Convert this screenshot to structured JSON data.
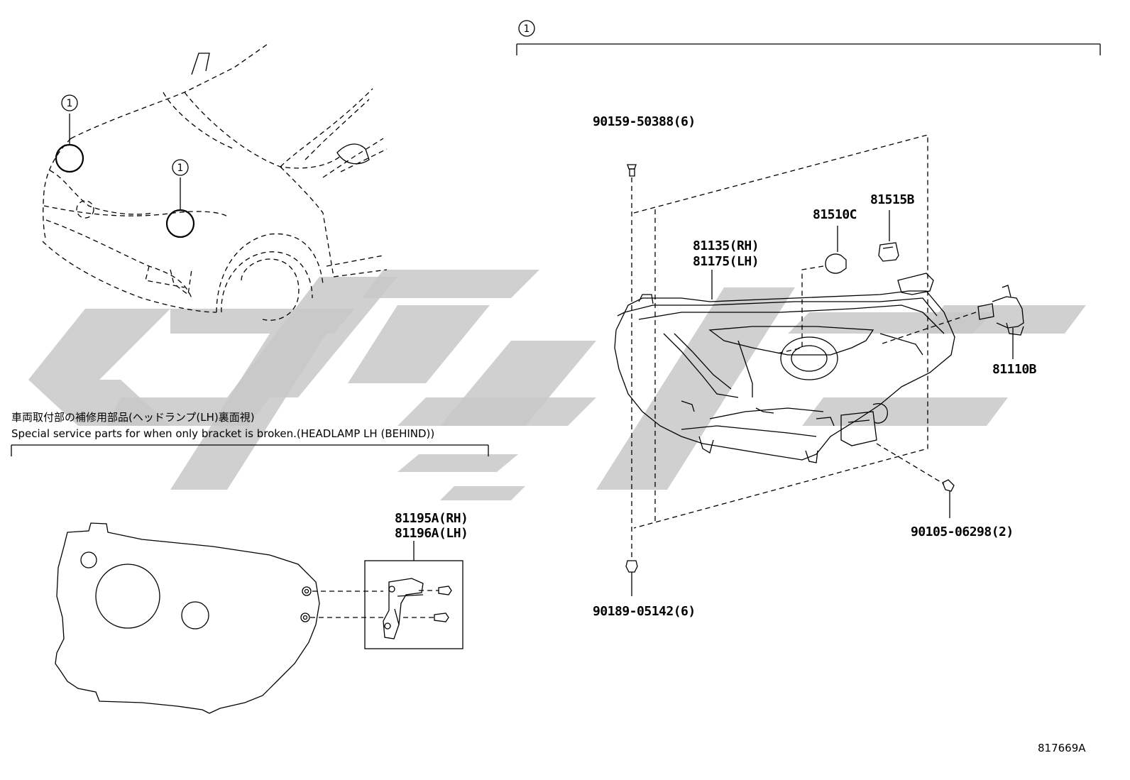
{
  "callout_number": "1",
  "parts": {
    "bolt_top": "90159-50388(6)",
    "headlamp_rh": "81135(RH)",
    "headlamp_lh": "81175(LH)",
    "bulb_81510c": "81510C",
    "socket_81515b": "81515B",
    "bulb_81110b": "81110B",
    "screw_right": "90105-06298(2)",
    "nut_bottom": "90189-05142(6)",
    "bracket_rh": "81195A(RH)",
    "bracket_lh": "81196A(LH)"
  },
  "service_note": {
    "japanese": "車両取付部の補修用部品(ヘッドランプ(LH)裏面視)",
    "english": "Special service parts for when only bracket is broken.(HEADLAMP LH (BEHIND))"
  },
  "reference_code": "817669A"
}
